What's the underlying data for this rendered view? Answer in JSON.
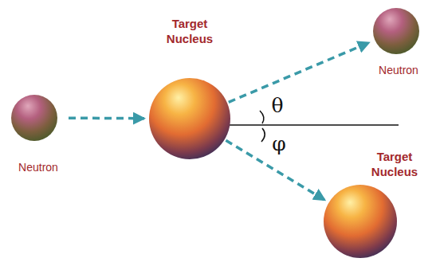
{
  "diagram": {
    "nodes": [
      {
        "text": [
          "Neutron"
        ]
      },
      {
        "text": [
          "Target Nucleus"
        ]
      },
      {
        "text": [
          "Neutron"
        ]
      },
      {
        "text": [
          "Target Nucleus"
        ]
      }
    ],
    "edges": [
      {
        "from": 0,
        "to": 1,
        "arrow": "to"
      },
      {
        "from": 1,
        "to": 2,
        "arrow": "to"
      },
      {
        "from": 1,
        "to": 3,
        "arrow": "to"
      }
    ],
    "labels": [
      "θ",
      "φ"
    ]
  }
}
